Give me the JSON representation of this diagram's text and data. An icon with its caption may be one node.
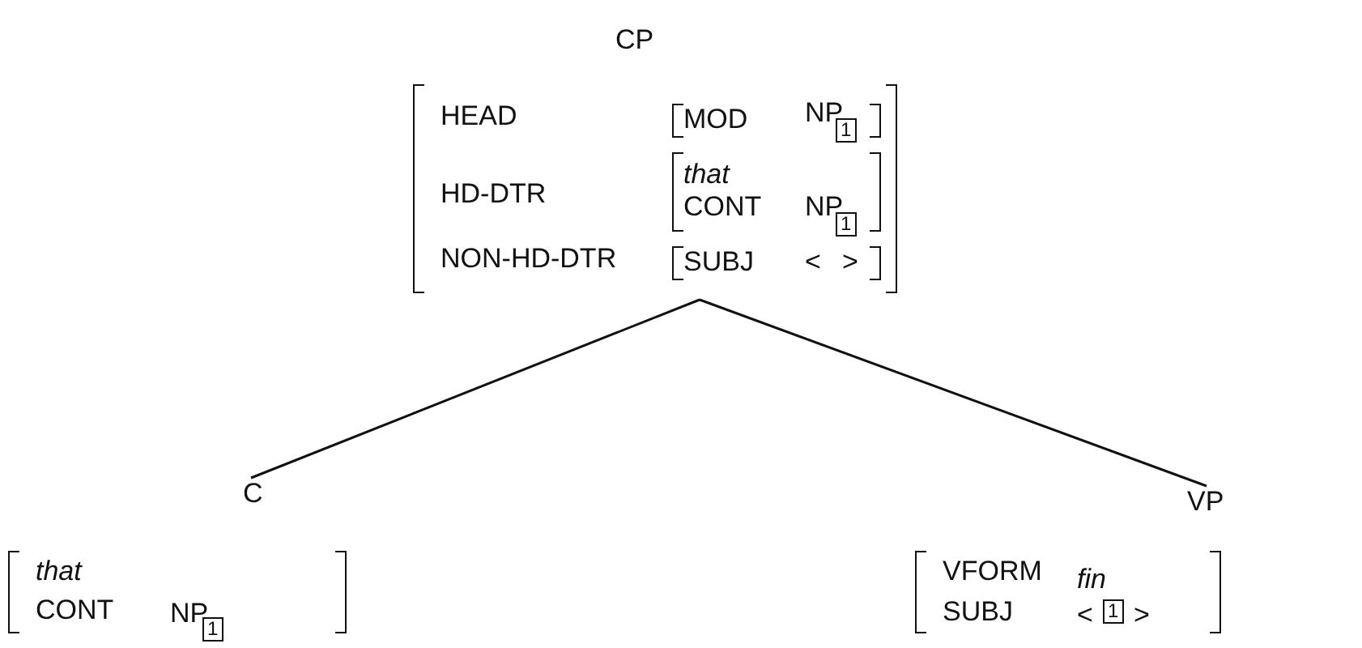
{
  "diagram": {
    "nodes": [
      {
        "text": [
          "CP",
          "HEAD",
          "MOD",
          "NP",
          "1",
          "HD-DTR",
          "that",
          "CONT",
          "NP",
          "1",
          "NON-HD-DTR",
          "SUBJ",
          "<",
          ">"
        ]
      },
      {
        "text": [
          "C",
          "that",
          "CONT",
          "NP",
          "1"
        ]
      },
      {
        "text": [
          "VP",
          "VFORM",
          "fin",
          "SUBJ",
          "<",
          "1",
          ">"
        ]
      }
    ],
    "edges": [
      {
        "from": 0,
        "to": 1,
        "arrow": "none"
      },
      {
        "from": 0,
        "to": 2,
        "arrow": "none"
      }
    ]
  }
}
